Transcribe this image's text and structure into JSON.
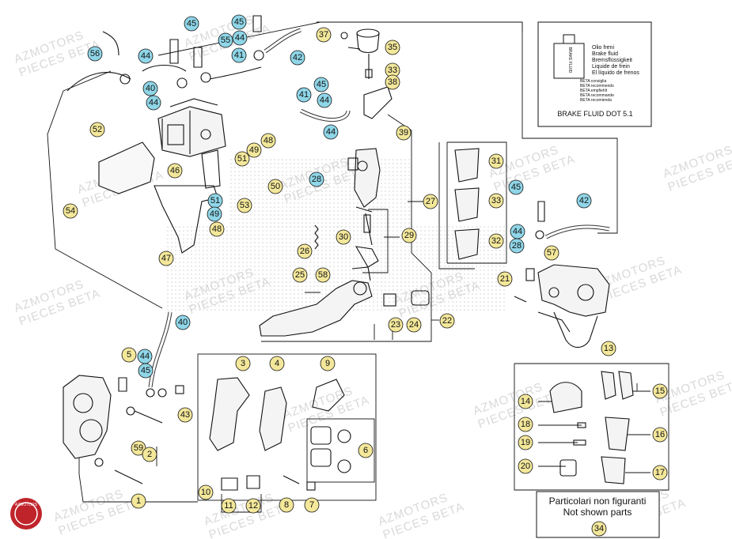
{
  "watermark": {
    "line1": "AZMOTORS",
    "line2": "PIECES BETA"
  },
  "brand_badge": {
    "text": "AZMOTORS",
    "color": "#c0242b"
  },
  "colors": {
    "callout_fill": "#f3e79a",
    "callout_alt_fill": "#8fd6e8",
    "line": "#111111"
  },
  "fluid_box": {
    "icon_label": "BRAKE FLUID",
    "lines": [
      "Olio freni",
      "Brake fluid",
      "Bremsflüssigkeit",
      "Liquide de frein",
      "El líquido de frenos"
    ],
    "small_lines": [
      "BETA consiglia",
      "BETA recommends",
      "BETA empfiehlt",
      "BETA recommande",
      "BETA recomienda"
    ],
    "title": "BRAKE FLUID DOT 5.1"
  },
  "not_shown": {
    "line1": "Particolari non figuranti",
    "line2": "Not shown parts",
    "callout": "34"
  },
  "callouts": {
    "c1": "1",
    "c2": "2",
    "c3": "3",
    "c4": "4",
    "c5": "5",
    "c6": "6",
    "c7": "7",
    "c8": "8",
    "c9": "9",
    "c10": "10",
    "c11": "11",
    "c12": "12",
    "c13": "13",
    "c14": "14",
    "c15": "15",
    "c16": "16",
    "c17": "17",
    "c18": "18",
    "c19": "19",
    "c20": "20",
    "c21": "21",
    "c22": "22",
    "c23": "23",
    "c24": "24",
    "c25": "25",
    "c26": "26",
    "c27": "27",
    "c28a": "28",
    "c28b": "28",
    "c29": "29",
    "c30": "30",
    "c31": "31",
    "c32": "32",
    "c33": "33",
    "c35": "35",
    "c37": "37",
    "c38": "38",
    "c39": "39",
    "c40a": "40",
    "c40b": "40",
    "c41a": "41",
    "c41b": "41",
    "c42a": "42",
    "c42b": "42",
    "c43": "43",
    "c44a": "44",
    "c44b": "44",
    "c44c": "44",
    "c44d": "44",
    "c44e": "44",
    "c44f": "44",
    "c44g": "44",
    "c45a": "45",
    "c45b": "45",
    "c45c": "45",
    "c45d": "45",
    "c45e": "45",
    "c46": "46",
    "c47": "47",
    "c48a": "48",
    "c48b": "48",
    "c49a": "49",
    "c49b": "49",
    "c50": "50",
    "c51a": "51",
    "c51b": "51",
    "c52": "52",
    "c53": "53",
    "c54": "54",
    "c55": "55",
    "c56": "56",
    "c57": "57",
    "c58": "58",
    "c59": "59"
  }
}
